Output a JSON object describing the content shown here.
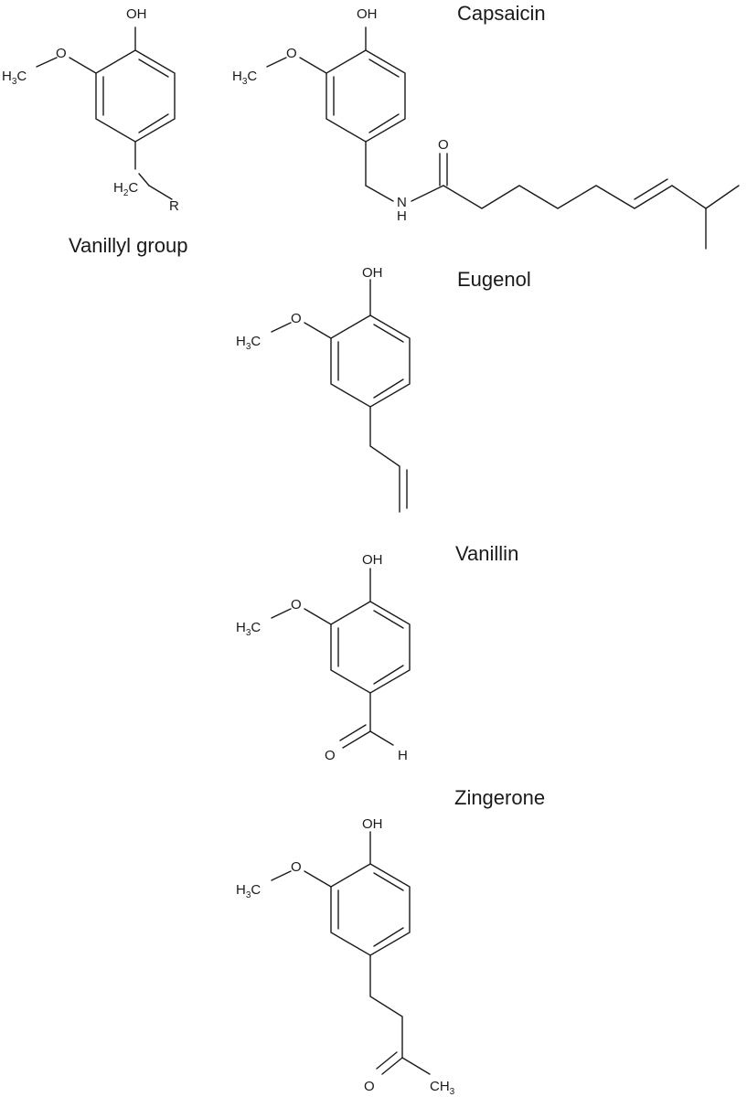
{
  "figure": {
    "background": "#ffffff",
    "ink": "#1a1a1a",
    "molecules": [
      {
        "name": "Vanillyl group",
        "atoms": [
          {
            "id": "oh",
            "main": "OH",
            "sub": ""
          },
          {
            "id": "ome",
            "main": "O",
            "sub": ""
          },
          {
            "id": "me",
            "main": "H",
            "sub": "3",
            "tail": "C"
          },
          {
            "id": "ch2",
            "main": "H",
            "sub": "2",
            "tail": "C"
          },
          {
            "id": "r",
            "main": "R",
            "sub": ""
          }
        ]
      },
      {
        "name": "Capsaicin",
        "atoms": [
          {
            "id": "oh",
            "main": "OH",
            "sub": ""
          },
          {
            "id": "ome",
            "main": "O",
            "sub": ""
          },
          {
            "id": "me",
            "main": "H",
            "sub": "3",
            "tail": "C"
          },
          {
            "id": "nh",
            "main": "H",
            "sub": "",
            "tail": ""
          },
          {
            "id": "n",
            "main": "N",
            "sub": ""
          },
          {
            "id": "carbonyl",
            "main": "O",
            "sub": ""
          }
        ]
      },
      {
        "name": "Eugenol",
        "atoms": [
          {
            "id": "oh",
            "main": "OH",
            "sub": ""
          },
          {
            "id": "ome",
            "main": "O",
            "sub": ""
          },
          {
            "id": "me",
            "main": "H",
            "sub": "3",
            "tail": "C"
          }
        ]
      },
      {
        "name": "Vanillin",
        "atoms": [
          {
            "id": "oh",
            "main": "OH",
            "sub": ""
          },
          {
            "id": "ome",
            "main": "O",
            "sub": ""
          },
          {
            "id": "me",
            "main": "H",
            "sub": "3",
            "tail": "C"
          },
          {
            "id": "ald_o",
            "main": "O",
            "sub": ""
          },
          {
            "id": "ald_h",
            "main": "H",
            "sub": ""
          }
        ]
      },
      {
        "name": "Zingerone",
        "atoms": [
          {
            "id": "oh",
            "main": "OH",
            "sub": ""
          },
          {
            "id": "ome",
            "main": "O",
            "sub": ""
          },
          {
            "id": "me",
            "main": "H",
            "sub": "3",
            "tail": "C"
          },
          {
            "id": "keto_o",
            "main": "O",
            "sub": ""
          },
          {
            "id": "ch3",
            "main": "CH",
            "sub": "3"
          }
        ]
      }
    ]
  }
}
